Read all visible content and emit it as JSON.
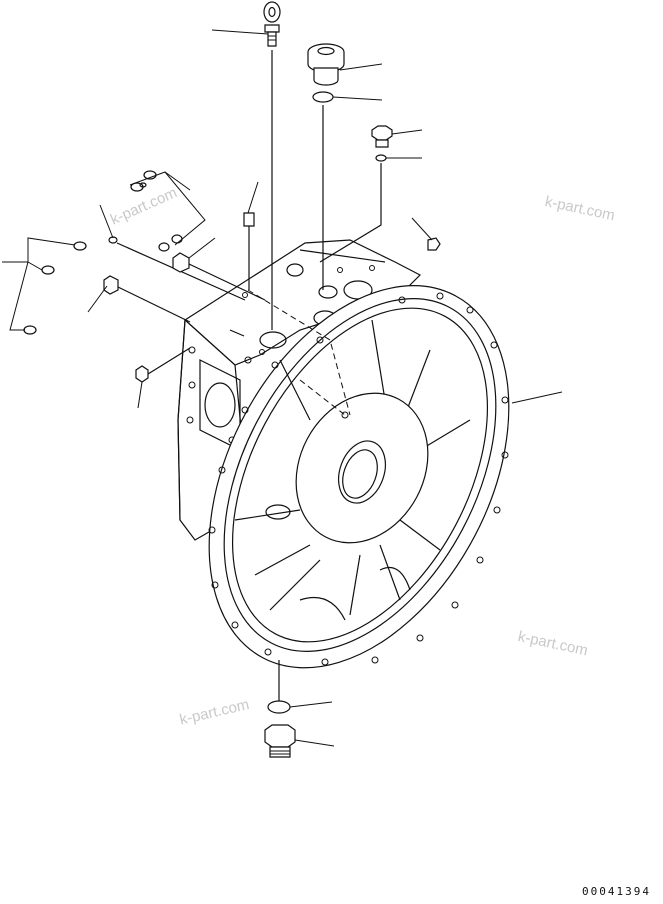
{
  "watermarks": [
    "k-part.com",
    "k-part.com",
    "k-part.com",
    "k-part.com"
  ],
  "drawing_code": "00041394"
}
